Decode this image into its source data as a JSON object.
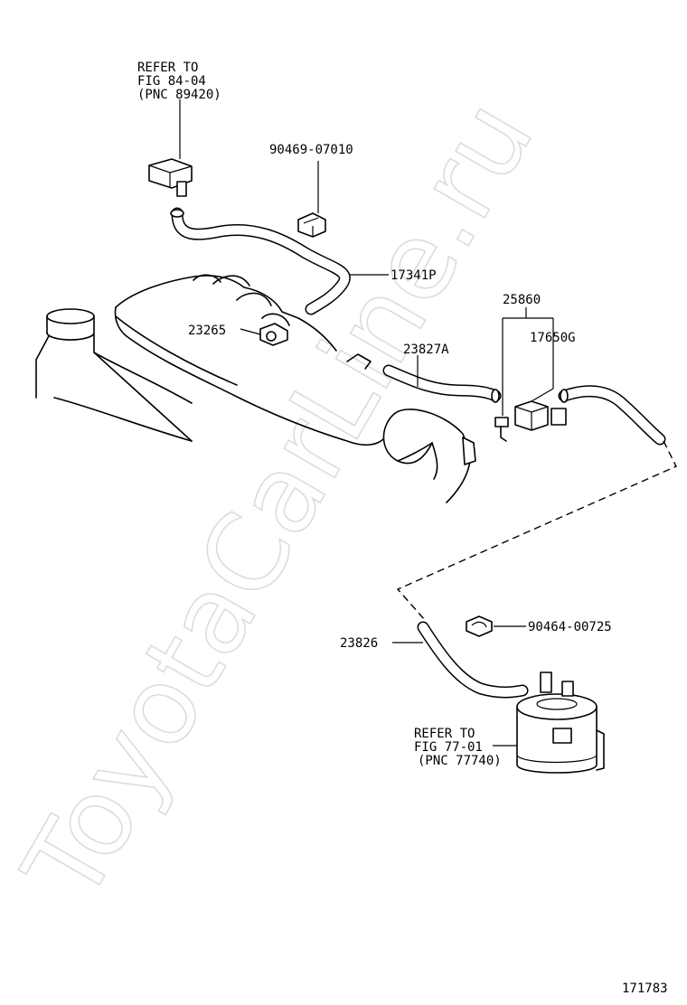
{
  "watermark": "ToyotaCarLine.ru",
  "figure_number": "171783",
  "references": {
    "top": {
      "line1": "REFER TO",
      "line2": "FIG 84-04",
      "line3": "(PNC 89420)"
    },
    "bottom": {
      "line1": "REFER TO",
      "line2": "FIG 77-01",
      "line3": "(PNC 77740)"
    }
  },
  "part_numbers": {
    "clip_top": "90469-07010",
    "hose_17341": "17341P",
    "vsv_assy": "25860",
    "vsv_17650": "17650G",
    "valve_23265": "23265",
    "hose_23827": "23827A",
    "hose_23826": "23826",
    "clip_bottom": "90464-00725"
  }
}
